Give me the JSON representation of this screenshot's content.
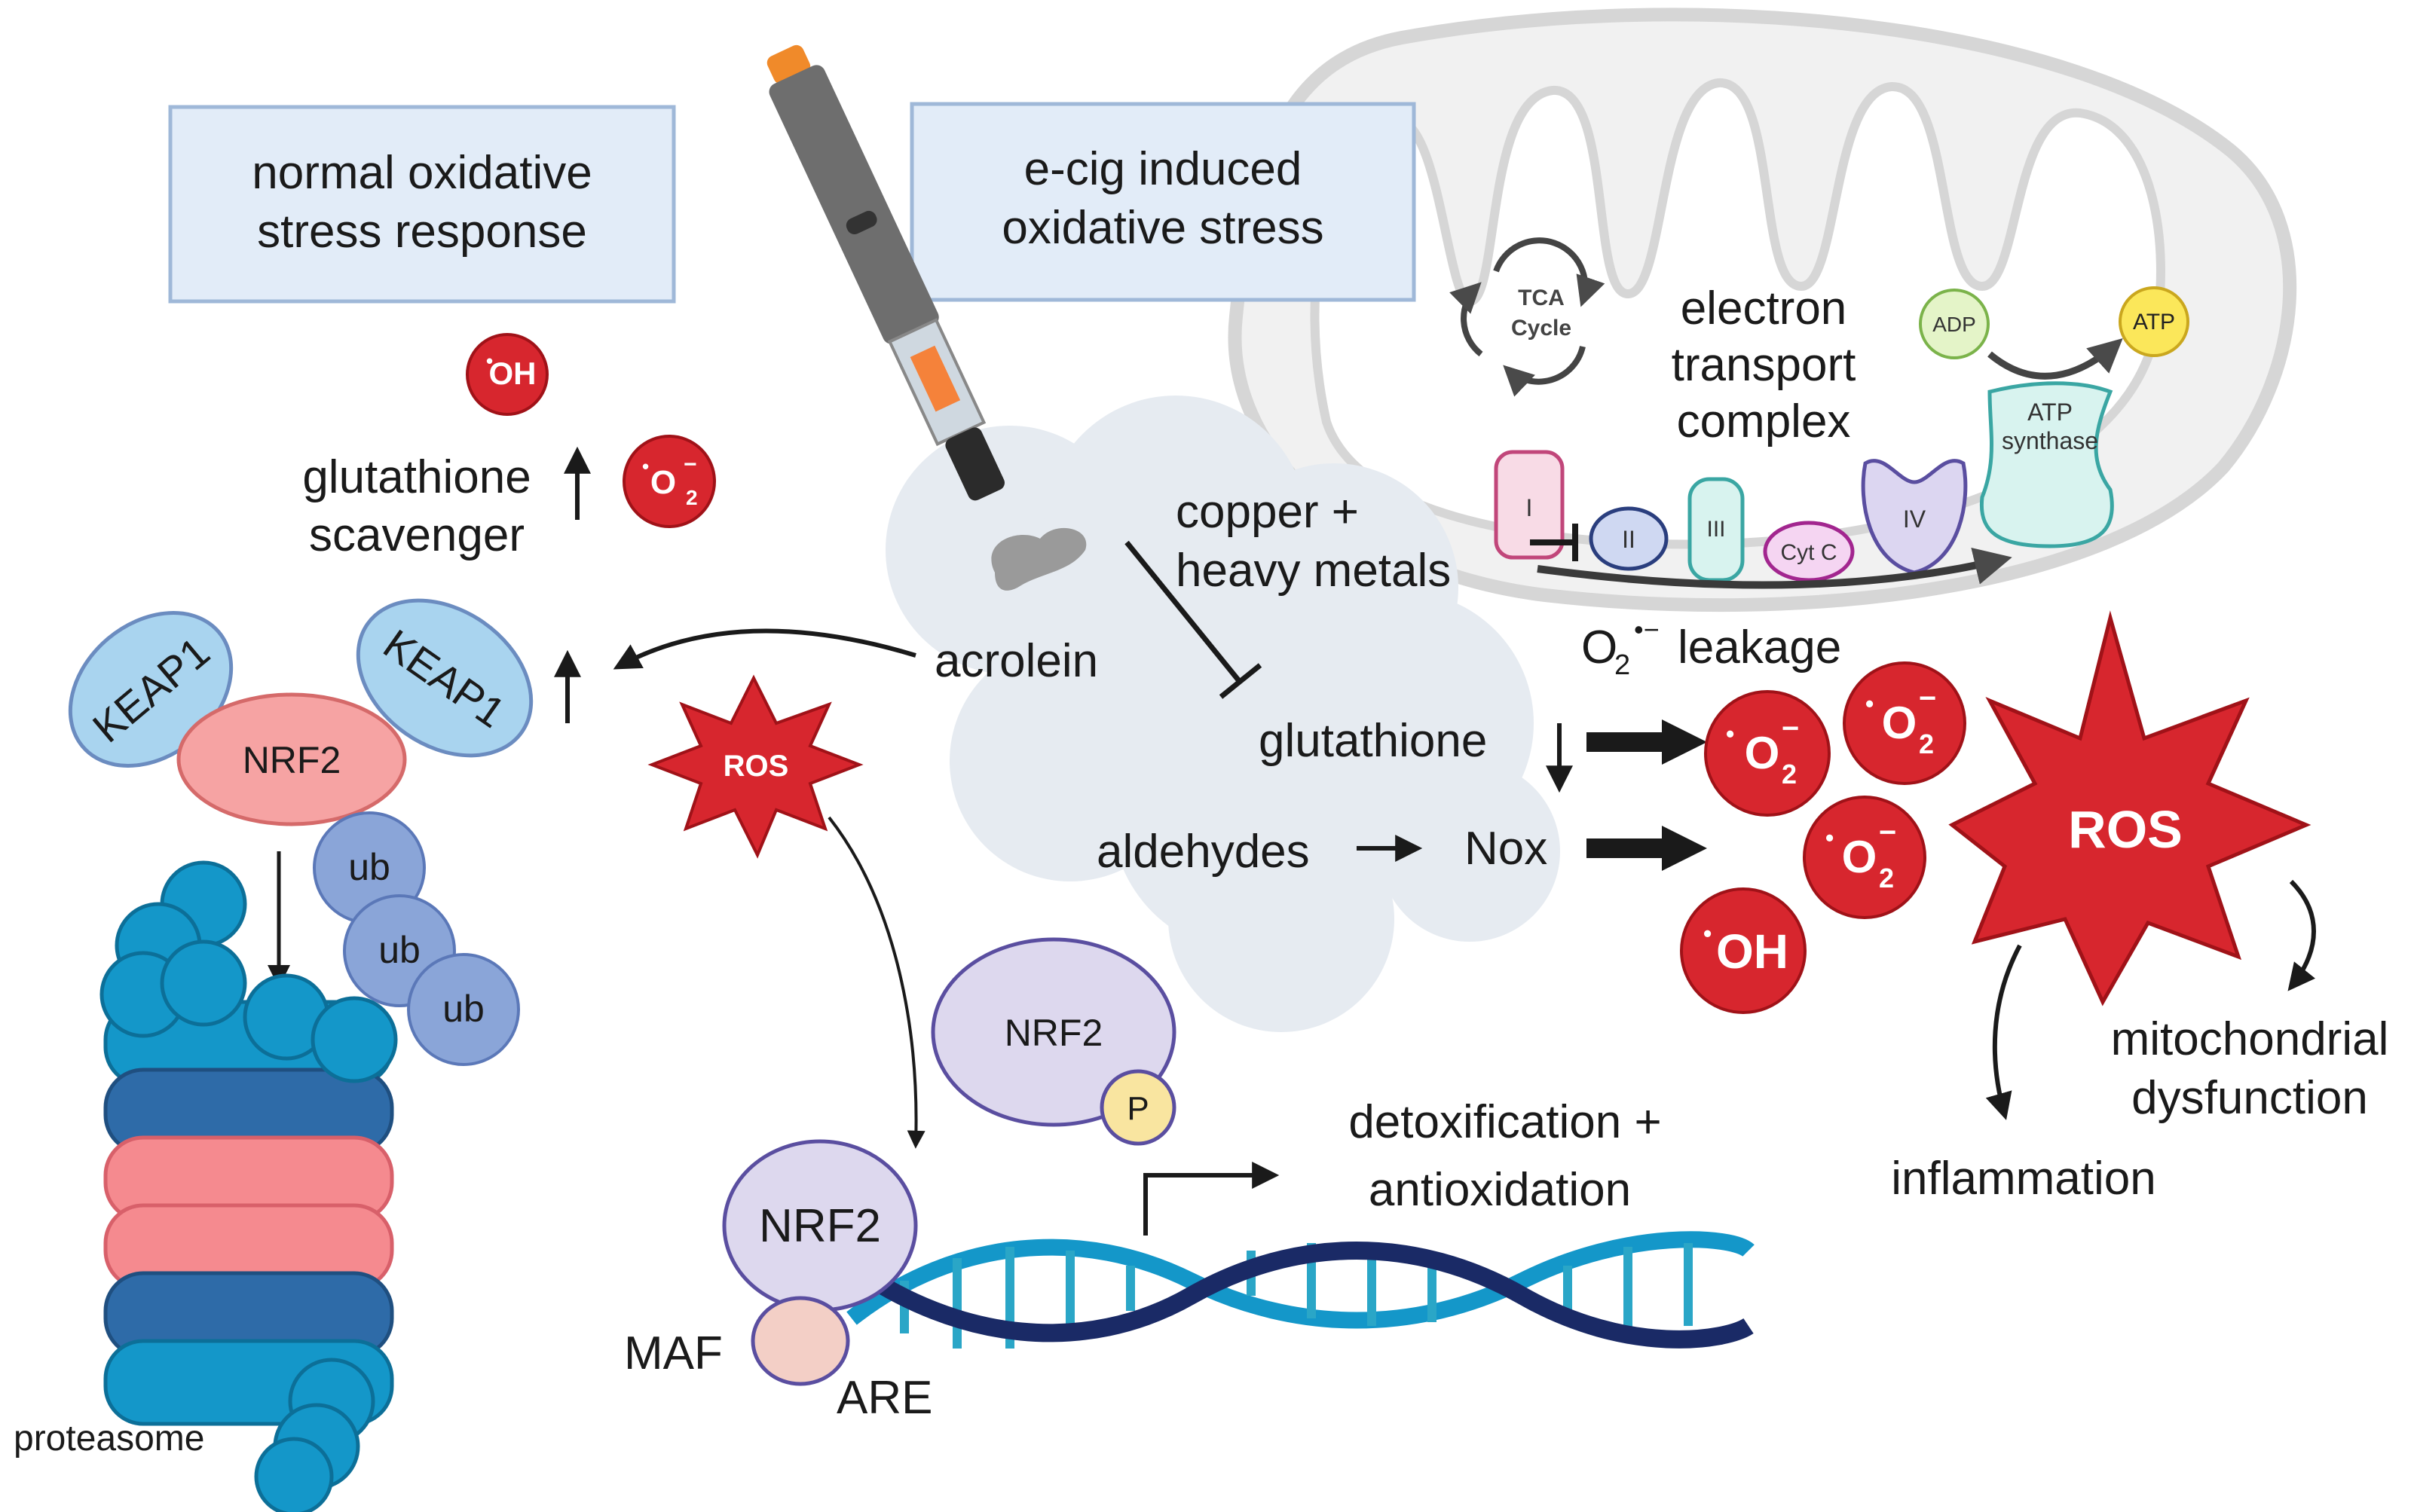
{
  "boxes": {
    "normal": [
      "normal oxidative",
      "stress response"
    ],
    "ecig": [
      "e-cig induced",
      "oxidative stress"
    ]
  },
  "mito": {
    "tca": [
      "TCA",
      "Cycle"
    ],
    "etc": [
      "electron",
      "transport",
      "complex"
    ],
    "adp": "ADP",
    "atp": "ATP",
    "atp_synthase": [
      "ATP",
      "synthase"
    ],
    "complex_i": "I",
    "complex_ii": "II",
    "complex_iii": "III",
    "cyt_c": "Cyt C",
    "complex_iv": "IV"
  },
  "left": {
    "oh": "OH",
    "o2": "O",
    "o2_sub": "2",
    "o2_sup": "−",
    "glutathione_scavenger": [
      "glutathione",
      "scavenger"
    ],
    "keap1": "KEAP1",
    "nrf2": "NRF2",
    "ub": "ub",
    "proteasome": "proteasome"
  },
  "middle": {
    "copper": [
      "copper +",
      "heavy metals"
    ],
    "acrolein": "acrolein",
    "ros_small": "ROS",
    "glutathione": "glutathione",
    "aldehydes": "aldehydes",
    "nox": "Nox",
    "nrf2_p": "NRF2",
    "p": "P",
    "nrf2_dna": "NRF2",
    "maf": "MAF",
    "are": "ARE",
    "detox": [
      "detoxification +",
      "antioxidation"
    ]
  },
  "right": {
    "leakage_o": "O",
    "leakage_sub": "2",
    "leakage_sup": "•−",
    "leakage": "leakage",
    "ros_big": "ROS",
    "oh": "OH",
    "o2": "O",
    "o2_sub": "2",
    "o2_sup": "−",
    "mito_dysfunction": [
      "mitochondrial",
      "dysfunction"
    ],
    "inflammation": "inflammation"
  },
  "colors": {
    "radical_red": "#d7262e",
    "keap1_blue": "#a9d4ef",
    "nrf2_pink": "#f6a3a3",
    "nrf2_lavender": "#ddd8ee",
    "ub_blue": "#8aa5d8",
    "proteasome_cyan": "#1497c9",
    "proteasome_navy": "#2e6ba8",
    "proteasome_pink": "#f58a8f",
    "box_fill": "#e2ecf8",
    "box_stroke": "#9fb8d8"
  }
}
